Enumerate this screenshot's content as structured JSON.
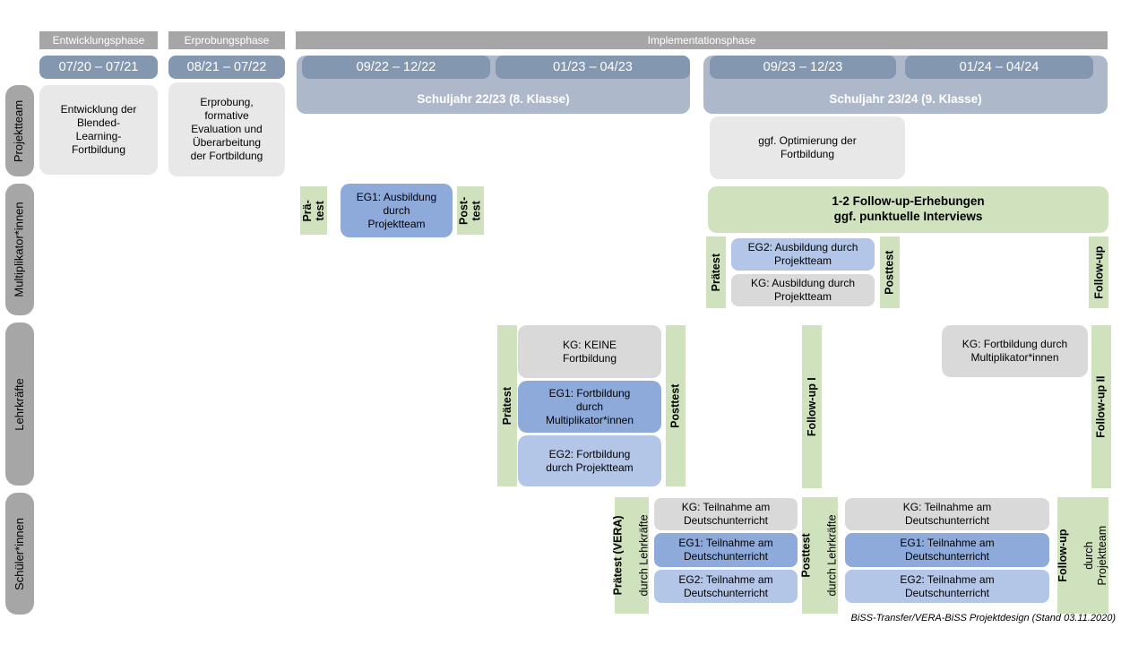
{
  "colors": {
    "phase_bar_gray": "#a6a6a6",
    "date_bar_blue": "#8497b0",
    "year_band_blue": "#adb9ca",
    "row_label_gray": "#a6a6a6",
    "box_light_gray": "#e9e8e8",
    "box_gray": "#d9d9d9",
    "box_blue_medium": "#8eaadb",
    "box_blue_light": "#b4c6e7",
    "box_green": "#d0e2bd"
  },
  "phases": {
    "entwicklung": "Entwicklungsphase",
    "erprobung": "Erprobungsphase",
    "implementation": "Implementationsphase"
  },
  "timeline": {
    "d1": "07/20 – 07/21",
    "d2": "08/21 – 07/22",
    "d3": "09/22 – 12/22",
    "d4": "01/23 – 04/23",
    "d5": "09/23 – 12/23",
    "d6": "01/24 – 04/24",
    "year1": "Schuljahr 22/23 (8. Klasse)",
    "year2": "Schuljahr 23/24 (9. Klasse)"
  },
  "row_labels": {
    "projektteam": "Projektteam",
    "multiplikatoren": "Multiplikator*innen",
    "lehrkraefte": "Lehrkräfte",
    "schueler": "Schüler*innen"
  },
  "projektteam": {
    "entwicklung_box": "Entwicklung der\nBlended-\nLearning-\nFortbildung",
    "erprobung_box": "Erprobung,\nformative\nEvaluation und\nÜberarbeitung\nder Fortbildung",
    "optimierung_box": "ggf. Optimierung der\nFortbildung"
  },
  "multiplikatoren": {
    "praetest_1": "Prä-\ntest",
    "eg1_box": "EG1: Ausbildung\ndurch\nProjektteam",
    "posttest_1": "Post-\ntest",
    "followup_box": "1-2 Follow-up-Erhebungen\nggf. punktuelle Interviews",
    "praetest_2": "Prätest",
    "eg2_box": "EG2: Ausbildung durch\nProjektteam",
    "kg_box": "KG: Ausbildung durch\nProjektteam",
    "posttest_2": "Posttest",
    "followup_bar": "Follow-up"
  },
  "lehrkraefte": {
    "praetest": "Prätest",
    "kg_box": "KG: KEINE\nFortbildung",
    "eg1_box": "EG1: Fortbildung\ndurch\nMultiplikator*innen",
    "eg2_box": "EG2: Fortbildung\ndurch Projektteam",
    "posttest": "Posttest",
    "followup1": "Follow-up I",
    "kg_box2": "KG: Fortbildung durch\nMultiplikator*innen",
    "followup2": "Follow-up II"
  },
  "schueler": {
    "praetest_main": "Prätest (VERA)",
    "praetest_sub": "durch Lehrkräfte",
    "kg_box1": "KG: Teilnahme am\nDeutschunterricht",
    "eg1_box1": "EG1: Teilnahme am\nDeutschunterricht",
    "eg2_box1": "EG2: Teilnahme am\nDeutschunterricht",
    "posttest_main": "Posttest",
    "posttest_sub": "durch Lehrkräfte",
    "kg_box2": "KG: Teilnahme am\nDeutschunterricht",
    "eg1_box2": "EG1: Teilnahme am\nDeutschunterricht",
    "eg2_box2": "EG2: Teilnahme am\nDeutschunterricht",
    "followup_main": "Follow-up",
    "followup_sub": "durch\nProjektteam"
  },
  "caption": "BiSS-Transfer/VERA-BiSS Projektdesign (Stand 03.11.2020)"
}
